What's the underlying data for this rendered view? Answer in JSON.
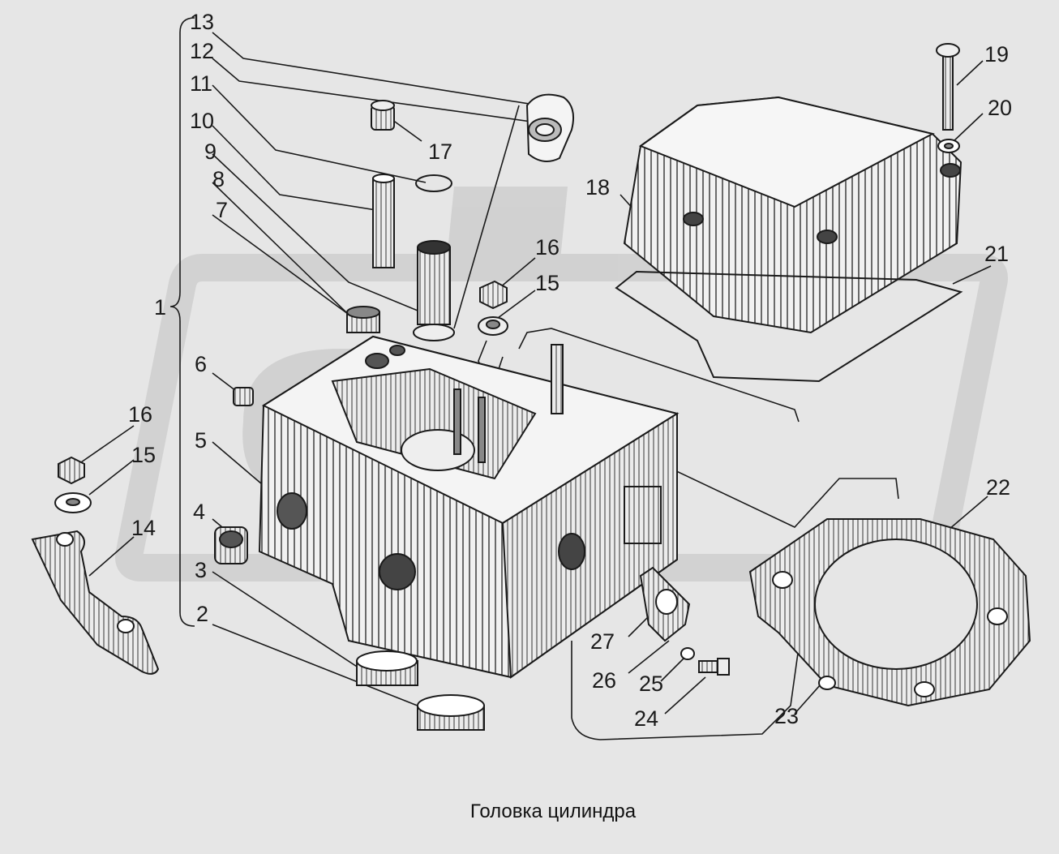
{
  "caption": "Головка цилиндра",
  "callouts": [
    "1",
    "2",
    "3",
    "4",
    "5",
    "6",
    "7",
    "8",
    "9",
    "10",
    "11",
    "12",
    "13",
    "14",
    "15",
    "15",
    "16",
    "16",
    "17",
    "18",
    "19",
    "20",
    "21",
    "22",
    "23",
    "24",
    "25",
    "26",
    "27"
  ],
  "colors": {
    "background": "#e6e6e6",
    "watermark": "#cfcfcf",
    "ink": "#1a1a1a"
  }
}
